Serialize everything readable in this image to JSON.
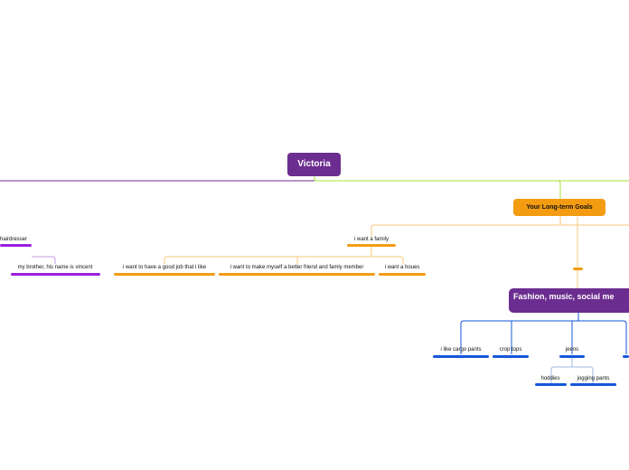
{
  "root": {
    "label": "Victoria"
  },
  "left_branch": {
    "partial_label": "hairdresser",
    "sibling_label": "my brother, his name is vincent"
  },
  "goals": {
    "label": "Your Long-term Goals",
    "family": {
      "label": "i want a family",
      "children": [
        "i want to have a good job that i like",
        "i want to make myself a better friend and famly member",
        "i want a houes"
      ]
    }
  },
  "fashion": {
    "label": "Fashion, music, social me",
    "children": [
      "i like cargo pants",
      "crop tops",
      "jeens"
    ],
    "jeens_children": [
      "hoddies",
      "jogging pants"
    ]
  },
  "colors": {
    "root": "#6b2d8f",
    "goals": "#f39c12",
    "fashion": "#6b2d8f",
    "green_line": "#a3e635",
    "orange_line": "#f9c77a",
    "blue_line": "#1457d9",
    "purple_line": "#9b1ee0"
  }
}
